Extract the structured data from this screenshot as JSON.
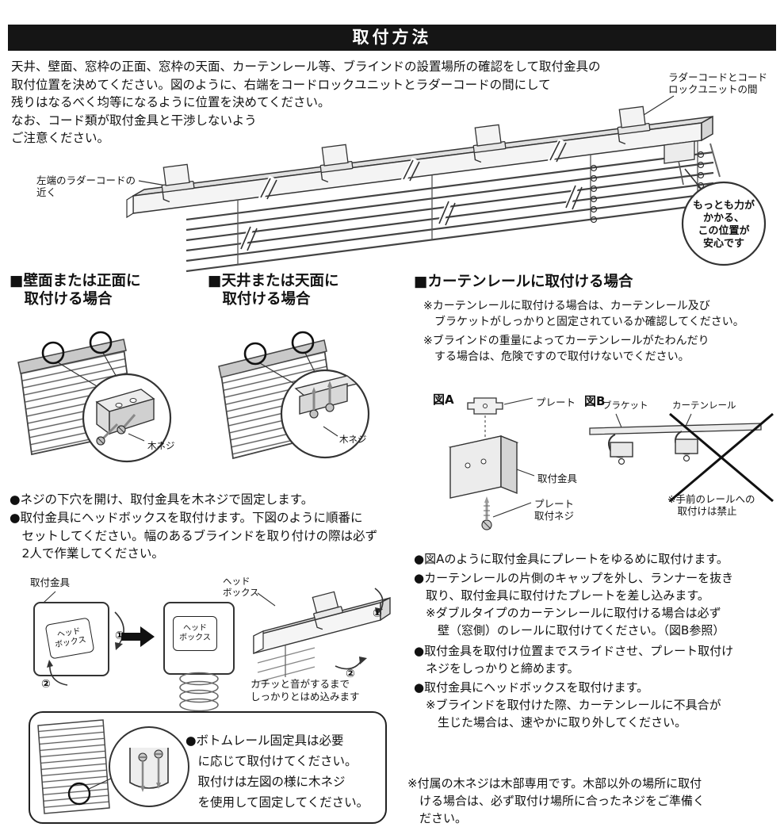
{
  "page": {
    "title": "取付方法"
  },
  "intro": {
    "text": "天井、壁面、窓枠の正面、窓枠の天面、カーテンレール等、ブラインドの設置場所の確認をして取付金具の\n取付位置を決めてください。図のように、右端をコードロックユニットとラダーコードの間にして\n残りはなるべく均等になるように位置を決めてください。\nなお、コード類が取付金具と干渉しないよう\nご注意ください。"
  },
  "top_diagram": {
    "label_right": "ラダーコードとコード\nロックユニットの間",
    "label_left": "左端のラダーコードの\n近く",
    "bubble": "もっとも力が\nかかる、\nこの位置が\n安心です"
  },
  "wall_section": {
    "heading": "■壁面または正面に\n　取付ける場合",
    "screw_label": "木ネジ"
  },
  "ceiling_section": {
    "heading": "■天井または天面に\n　取付ける場合",
    "screw_label": "木ネジ"
  },
  "rail_section": {
    "heading": "■カーテンレールに取付ける場合",
    "note1": "※カーテンレールに取付ける場合は、カーテンレール及び\n　ブラケットがしっかりと固定されているか確認してください。",
    "note2": "※ブラインドの重量によってカーテンレールがたわんだり\n　する場合は、危険ですので取付けないでください。",
    "fig_a_title": "図A",
    "fig_b_title": "図B",
    "label_plate": "プレート",
    "label_bracket": "取付金具",
    "label_plate_screw": "プレート\n取付ネジ",
    "label_rail_bracket": "ブラケット",
    "label_curtain_rail": "カーテンレール",
    "front_rail_warning": "※手前のレールへの\n　取付けは禁止",
    "bullets": [
      "●図Aのように取付金具にプレートをゆるめに取付けます。",
      "●カーテンレールの片側のキャップを外し、ランナーを抜き\n　取り、取付金具に取付けたプレートを差し込みます。\n　※ダブルタイプのカーテンレールに取付ける場合は必ず\n　　壁（窓側）のレールに取付けてください。（図B参照）",
      "●取付金具を取付け位置までスライドさせ、プレート取付け\n　ネジをしっかりと締めます。",
      "●取付金具にヘッドボックスを取付けます。\n　※ブラインドを取付けた際、カーテンレールに不具合が\n　　生じた場合は、速やかに取り外してください。"
    ],
    "wood_screw_note": "※付属の木ネジは木部専用です。木部以外の場所に取付\n　ける場合は、必ず取付け場所に合ったネジをご準備く\n　ださい。"
  },
  "steps_section": {
    "bullets": [
      "●ネジの下穴を開け、取付金具を木ネジで固定します。",
      "●取付金具にヘッドボックスを取付けます。下図のように順番に\n　セットしてください。幅のあるブラインドを取り付けの際は必ず\n　2人で作業してください。"
    ],
    "label_bracket": "取付金具",
    "label_headbox": "ヘッド\nボックス",
    "step1": "①",
    "step2": "②",
    "caption": "カチッと音がするまで\nしっかりとはめ込みます"
  },
  "bottom_box": {
    "text": "●ボトムレール固定具は必要\n　に応じて取付けてください。\n　取付けは左図の様に木ネジ\n　を使用して固定してください。"
  }
}
